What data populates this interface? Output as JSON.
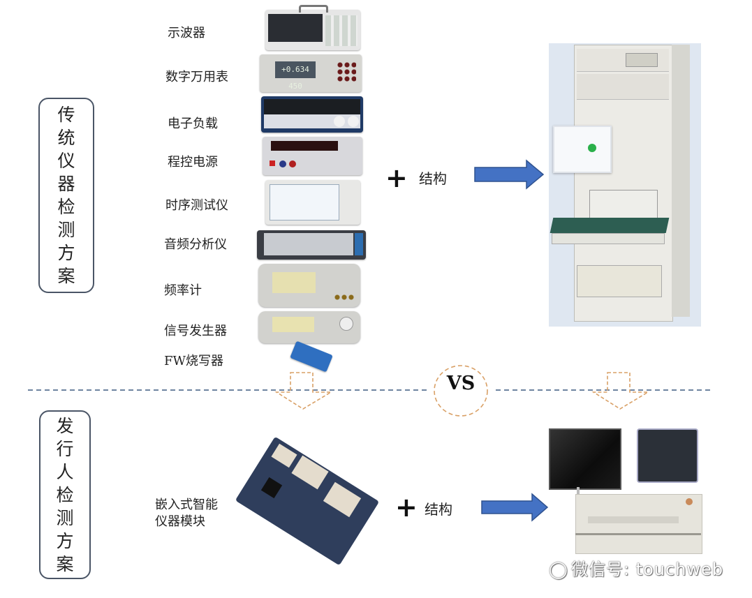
{
  "traditional": {
    "box_label_chars": [
      "传",
      "统",
      "仪",
      "器",
      "检",
      "测",
      "方",
      "案"
    ],
    "instruments": [
      {
        "label": "示波器"
      },
      {
        "label": "数字万用表",
        "display": "+0.634 450"
      },
      {
        "label": "电子负载"
      },
      {
        "label": "程控电源"
      },
      {
        "label": "时序测试仪"
      },
      {
        "label": "音频分析仪"
      },
      {
        "label": "频率计"
      },
      {
        "label": "信号发生器"
      },
      {
        "label": "FW烧写器"
      }
    ],
    "plus": "+",
    "structure_label": "结构"
  },
  "divider": {
    "vs_label": "VS"
  },
  "issuer": {
    "box_label_chars": [
      "发",
      "行",
      "人",
      "检",
      "测",
      "方",
      "案"
    ],
    "module_label_lines": [
      "嵌入式智能",
      "仪器模块"
    ],
    "plus": "+",
    "structure_label": "结构"
  },
  "watermark": {
    "text": "微信号: touchweb"
  },
  "colors": {
    "arrow_blue": "#4472c4",
    "dashed_line": "#3d5a80",
    "orange_dash": "#d9a066",
    "box_border": "#4a5566"
  }
}
